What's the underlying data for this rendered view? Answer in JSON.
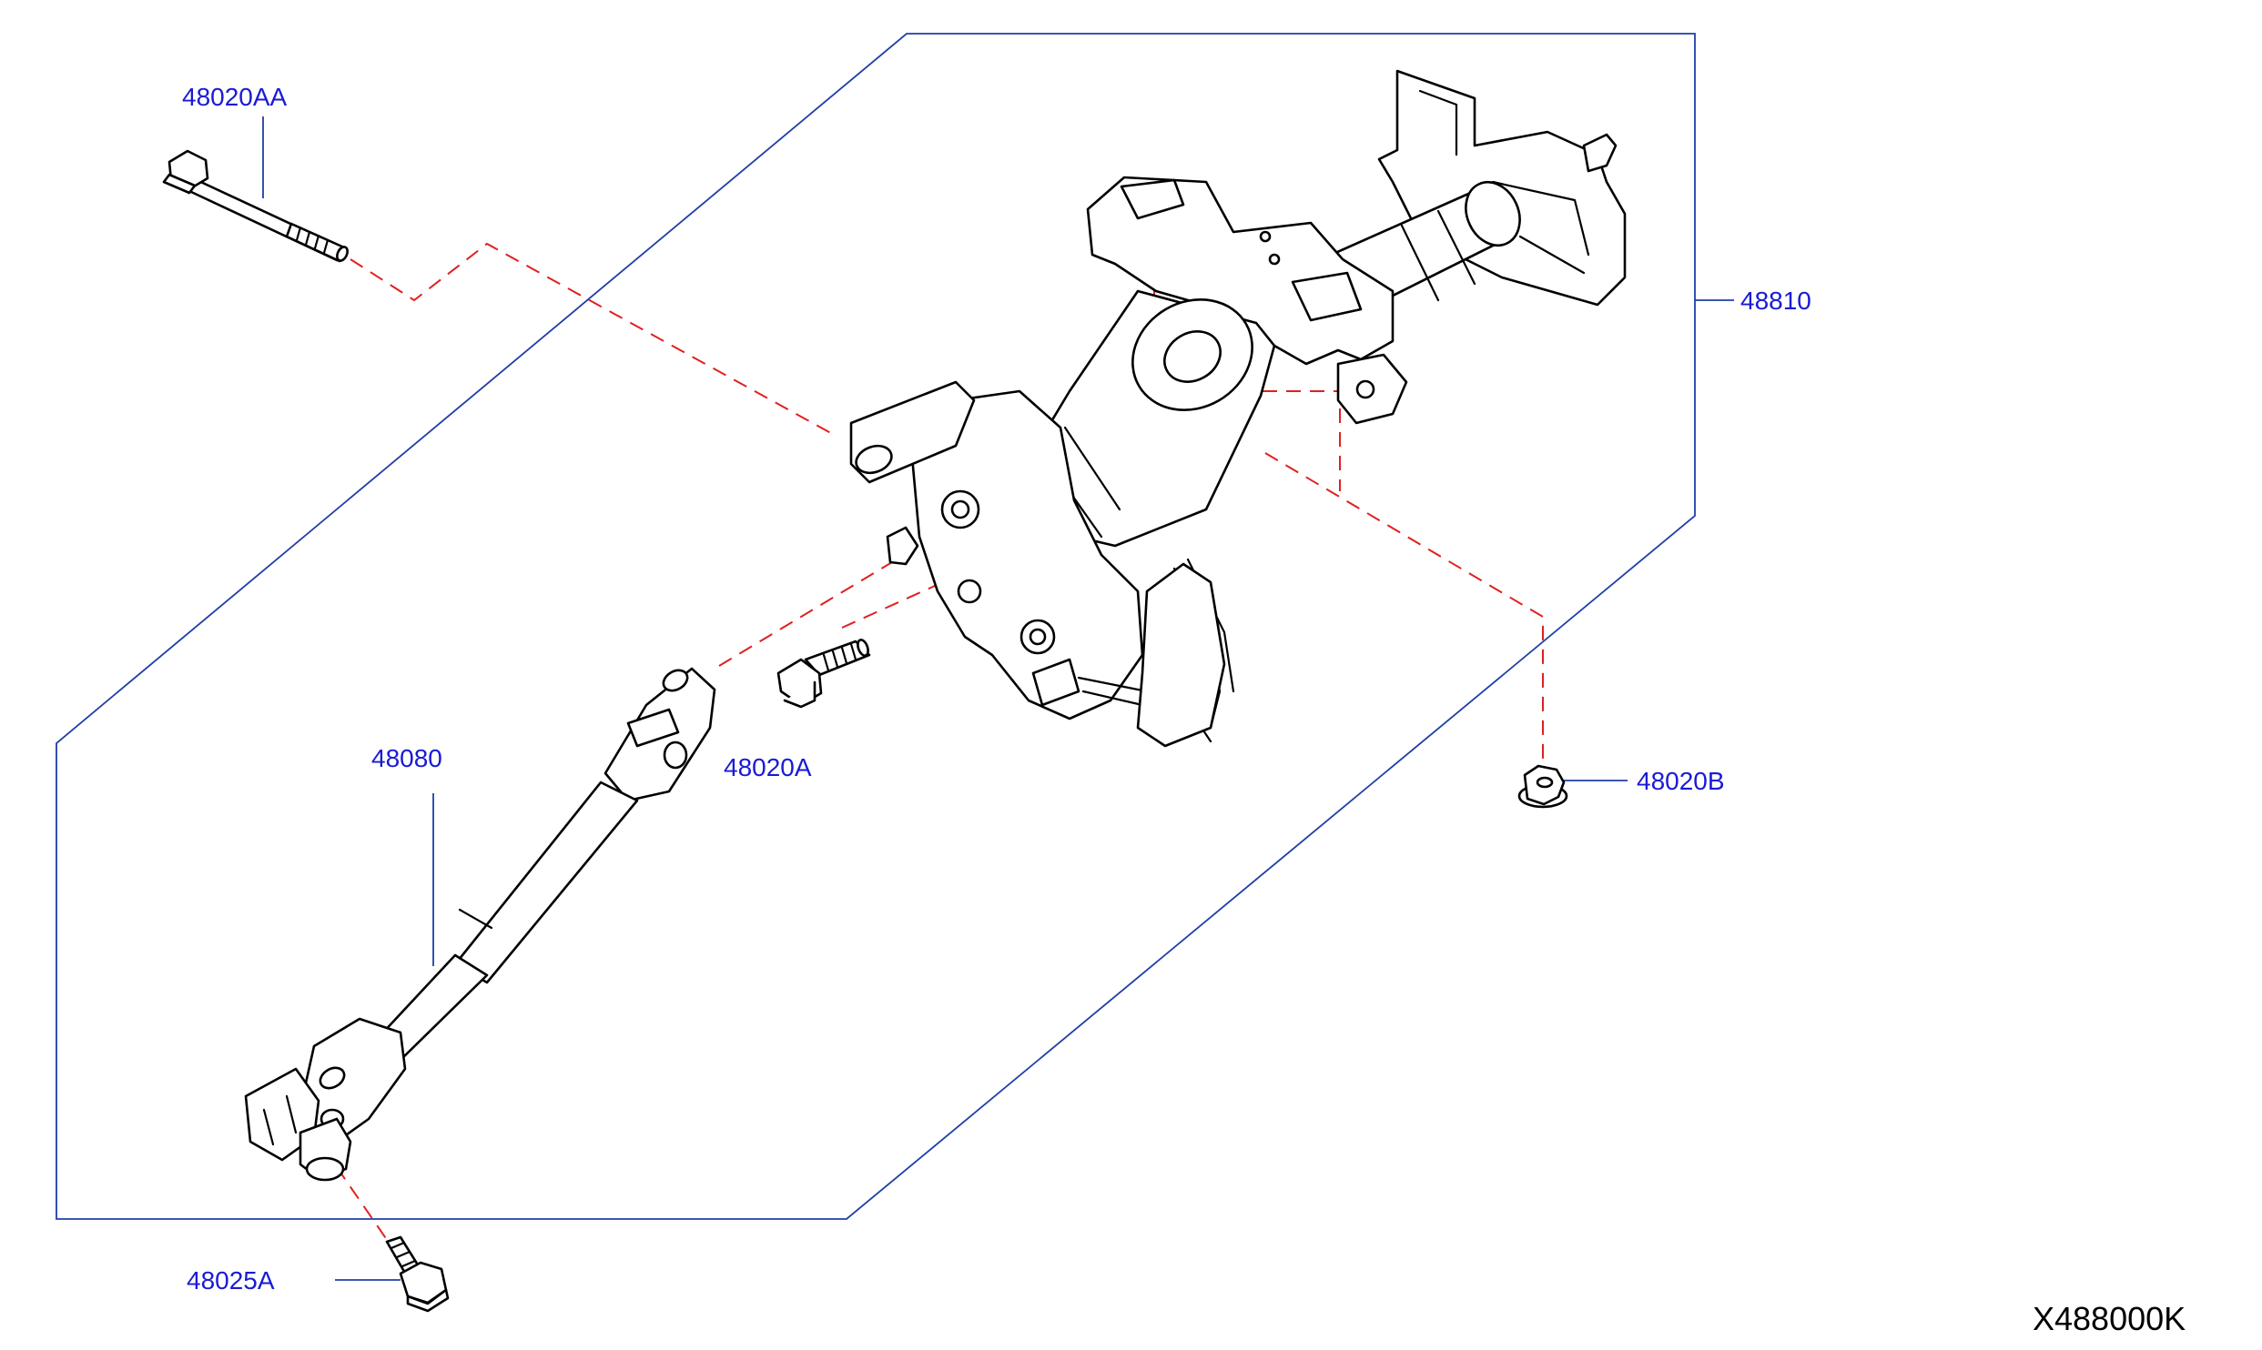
{
  "callouts": {
    "bolt_long": "48020AA",
    "column_assembly": "48810",
    "bolt_short": "48020A",
    "nut": "48020B",
    "intermediate_shaft": "48080",
    "shaft_bolt": "48025A"
  },
  "diagram_code": "X488000K",
  "colors": {
    "callout_text": "#1a1ad6",
    "leader_lines": "#1f3fa8",
    "assembly_lines": "#e02020",
    "part_outline": "#000000"
  }
}
